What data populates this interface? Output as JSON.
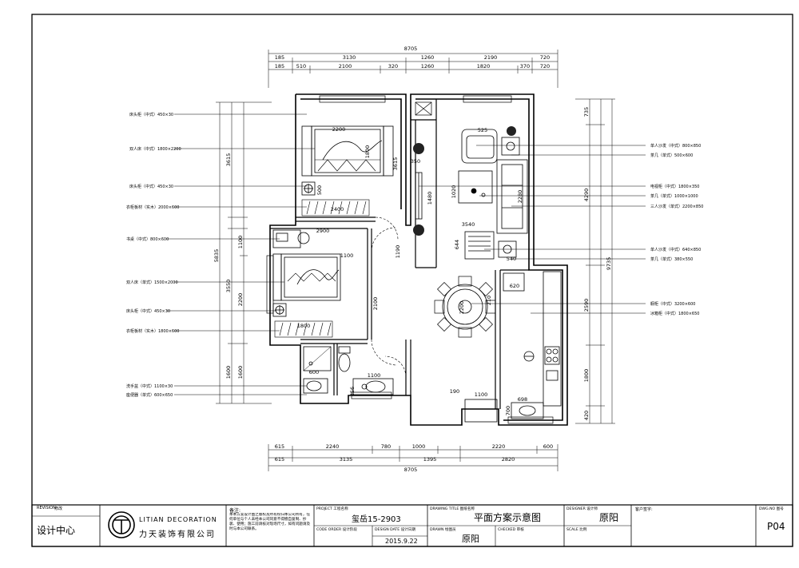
{
  "plan": {
    "dimensions": {
      "top_total": "8705",
      "top_row1": [
        "185",
        "3130",
        "1260",
        "2190",
        "720"
      ],
      "top_row2": [
        "185",
        "510",
        "2100",
        "320",
        "1260",
        "1820",
        "370",
        "720"
      ],
      "bottom_row1": [
        "615",
        "2240",
        "780",
        "1000",
        "2220",
        "600"
      ],
      "bottom_row2": [
        "615",
        "3135",
        "1395",
        "2820"
      ],
      "bottom_total": "8705",
      "left_outer": "5835",
      "left_inner": [
        "3615",
        "3550",
        "1600"
      ],
      "left_inner2": [
        "1100",
        "2200",
        "1600"
      ],
      "right_outer": "9735",
      "right_inner": [
        "735",
        "4290",
        "2590",
        "1800",
        "420"
      ],
      "interior": [
        "2200",
        "1800",
        "3615",
        "500",
        "2400",
        "2900",
        "1100",
        "1800",
        "350",
        "1480",
        "1020",
        "2280",
        "3540",
        "644",
        "540",
        "525",
        "1190",
        "2100",
        "2200",
        "620",
        "600",
        "456",
        "1100",
        "190",
        "1100",
        "698",
        "700",
        "210"
      ]
    },
    "annotations_left": [
      "床头柜（中式）450×30",
      "双人床（中式）1800×2200",
      "床头柜（中式）450×30",
      "衣柜板材（实木）2000×600",
      "书桌（中式）800×600",
      "双人床（单式）1500×2000",
      "床头柜（中式）450×30",
      "衣柜板材（实木）1800×600",
      "洗手盆（中式）1100×30",
      "座便器（单式）600×650"
    ],
    "annotations_right": [
      "单人沙发（中式）800×850",
      "茶几（单式）500×600",
      "电视柜（中式）1800×350",
      "茶几（单式）1000×1000",
      "三人沙发（单式）2200×850",
      "单人沙发（中式）640×850",
      "茶几（单式）380×550",
      "橱柜（中式）3200×600",
      "冰箱柜（中式）1800×650"
    ]
  },
  "title_block": {
    "revision_label": "REVISION",
    "revision_value": "修改",
    "design_center": "设计中心",
    "company_en": "LITIAN DECORATION",
    "company_cn": "力天装饰有限公司",
    "notes_label": "备注:",
    "notes_text": "本本方案设计图之版权及所有权归本公司所有，任何单位与个人未经本公司同意不得擅自复制、抄袭、使用；施工前请核对现场尺寸，如有问题请及时与本公司联系。",
    "project_label": "PROJECT 工程名称",
    "project_value": "玺岳15-2903",
    "code_label": "CODE ORDER 设计阶段",
    "date_label": "DESIGN DATE 设计日期",
    "date_value": "2015.9.22",
    "drawing_label": "DRAWING TITLE 图纸名称",
    "drawing_value": "平面方案示意图",
    "drawn_label": "DRAWN 绘图员",
    "drawn_value": "原阳",
    "checked_label": "CHECKED 审核",
    "designer_label": "DESIGNER 设计师",
    "designer_value": "原阳",
    "scale_label": "SCALE 比例",
    "client_label": "客户签字:",
    "dwg_label": "DWG.NO 图号",
    "dwg_value": "P04"
  }
}
